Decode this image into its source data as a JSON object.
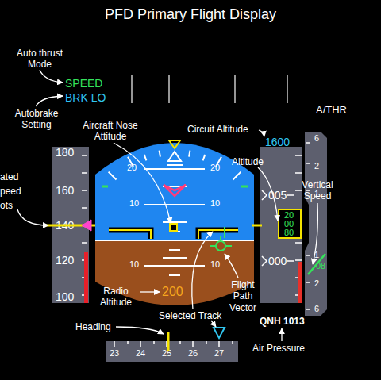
{
  "diagram": {
    "title": "PFD Primary Flight Display",
    "nodes": [
      {
        "text": [
          "180",
          "160",
          "140",
          "120",
          "100"
        ]
      },
      {
        "text": [
          "20",
          "20",
          "10",
          "10",
          "10",
          "10",
          "200"
        ]
      },
      {
        "text": [
          "005",
          "000"
        ]
      },
      {
        "text": [
          "20",
          "00",
          "80"
        ],
        "in": 2
      },
      {
        "text": [
          "6",
          "2",
          "1",
          "1",
          "2",
          "6",
          "08"
        ]
      },
      {
        "text": [
          "23",
          "24",
          "25",
          "26",
          "27"
        ]
      }
    ],
    "labels": [
      "Auto thrust Mode",
      "SPEED",
      "BRK LO",
      "Autobrake Setting",
      "A/THR",
      "Aircraft Nose Attitude",
      "Circuit Altitude",
      "1600",
      "Altitude",
      "ated peed ots",
      "Vertical Speed",
      "Radio Altitude",
      "Flight Path Vector",
      "Selected Track",
      "QNH 1013",
      "Heading",
      "Air Pressure"
    ]
  }
}
